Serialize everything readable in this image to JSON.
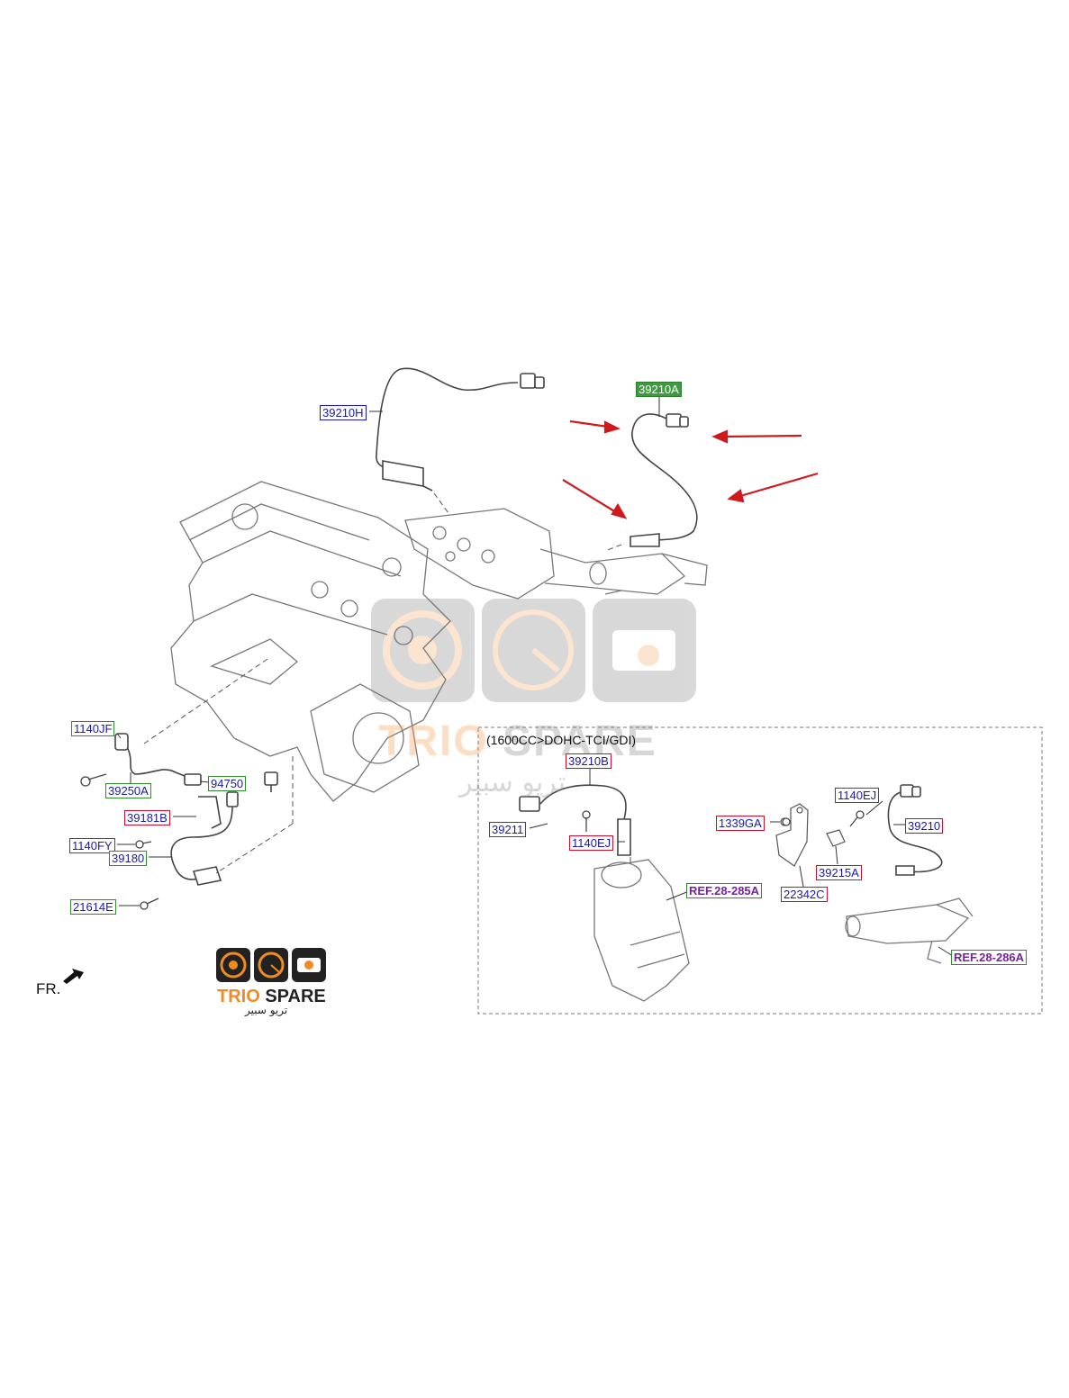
{
  "labels": [
    {
      "id": "39210H",
      "text": "39210H",
      "style": "blue"
    },
    {
      "id": "39210A",
      "text": "39210A",
      "style": "hi"
    },
    {
      "id": "1140JF",
      "text": "1140JF",
      "style": "green"
    },
    {
      "id": "39250A",
      "text": "39250A",
      "style": "green"
    },
    {
      "id": "94750",
      "text": "94750",
      "style": "green"
    },
    {
      "id": "39181B",
      "text": "39181B",
      "style": "red"
    },
    {
      "id": "1140FY",
      "text": "1140FY",
      "style": "red"
    },
    {
      "id": "39180",
      "text": "39180",
      "style": "green"
    },
    {
      "id": "21614E",
      "text": "21614E",
      "style": "green"
    },
    {
      "id": "39210B",
      "text": "39210B",
      "style": "red"
    },
    {
      "id": "39211",
      "text": "39211",
      "style": "red"
    },
    {
      "id": "1140EJ_a",
      "text": "1140EJ",
      "style": "red"
    },
    {
      "id": "REF28285A",
      "text": "REF.28-285A",
      "style": "purple"
    },
    {
      "id": "1339GA",
      "text": "1339GA",
      "style": "red"
    },
    {
      "id": "1140EJ_b",
      "text": "1140EJ",
      "style": "red"
    },
    {
      "id": "39210",
      "text": "39210",
      "style": "red"
    },
    {
      "id": "39215A",
      "text": "39215A",
      "style": "red"
    },
    {
      "id": "22342C",
      "text": "22342C",
      "style": "red"
    },
    {
      "id": "REF28286A",
      "text": "REF.28-286A",
      "style": "purple"
    }
  ],
  "variant_note": "(1600CC>DOHC-TCI/GDI)",
  "direction_label": "FR.",
  "watermark": {
    "brand_a": "TRIO",
    "brand_b": " SPARE",
    "arabic": "تريو سبير"
  },
  "logo": {
    "brand_a": "TRIO",
    "brand_b": " SPARE",
    "arabic": "تريو سبير"
  },
  "colors": {
    "arrow": "#d0191b",
    "line": "#333333",
    "highlight": "#3e9a3e",
    "brand_orange": "#f08a24"
  }
}
